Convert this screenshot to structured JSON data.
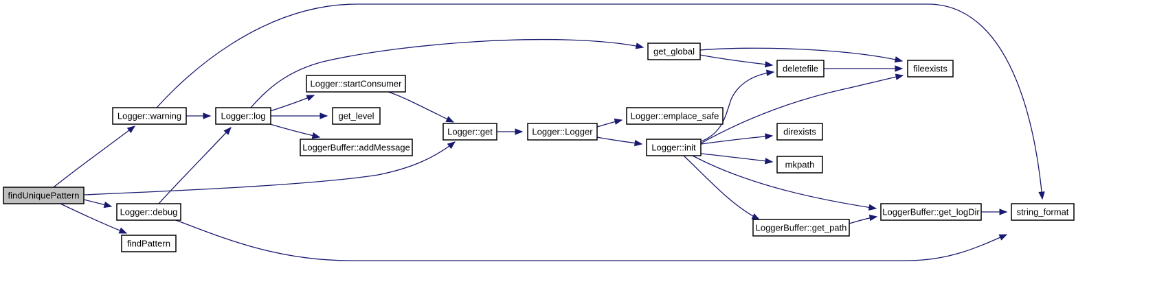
{
  "diagram": {
    "type": "call-graph",
    "colors": {
      "edge": "#191970",
      "root_fill": "#bfbfbf",
      "node_fill": "#ffffff",
      "node_border": "#000000"
    },
    "nodes": [
      {
        "id": "findUniquePattern",
        "label": "findUniquePattern",
        "root": true
      },
      {
        "id": "warning",
        "label": "Logger::warning"
      },
      {
        "id": "debug",
        "label": "Logger::debug"
      },
      {
        "id": "findPattern",
        "label": "findPattern"
      },
      {
        "id": "log",
        "label": "Logger::log"
      },
      {
        "id": "startConsumer",
        "label": "Logger::startConsumer"
      },
      {
        "id": "get_level",
        "label": "get_level"
      },
      {
        "id": "addMessage",
        "label": "LoggerBuffer::addMessage"
      },
      {
        "id": "get",
        "label": "Logger::get"
      },
      {
        "id": "Logger",
        "label": "Logger::Logger"
      },
      {
        "id": "emplace_safe",
        "label": "Logger::emplace_safe"
      },
      {
        "id": "init",
        "label": "Logger::init"
      },
      {
        "id": "get_global",
        "label": "get_global"
      },
      {
        "id": "deletefile",
        "label": "deletefile"
      },
      {
        "id": "fileexists",
        "label": "fileexists"
      },
      {
        "id": "direxists",
        "label": "direxists"
      },
      {
        "id": "mkpath",
        "label": "mkpath"
      },
      {
        "id": "get_path",
        "label": "LoggerBuffer::get_path"
      },
      {
        "id": "get_logDir",
        "label": "LoggerBuffer::get_logDir"
      },
      {
        "id": "string_format",
        "label": "string_format"
      }
    ],
    "edges": [
      {
        "from": "findUniquePattern",
        "to": "warning"
      },
      {
        "from": "findUniquePattern",
        "to": "debug"
      },
      {
        "from": "findUniquePattern",
        "to": "findPattern"
      },
      {
        "from": "findUniquePattern",
        "to": "get"
      },
      {
        "from": "warning",
        "to": "log"
      },
      {
        "from": "warning",
        "to": "string_format"
      },
      {
        "from": "debug",
        "to": "log"
      },
      {
        "from": "debug",
        "to": "string_format"
      },
      {
        "from": "log",
        "to": "startConsumer"
      },
      {
        "from": "log",
        "to": "get_level"
      },
      {
        "from": "log",
        "to": "addMessage"
      },
      {
        "from": "log",
        "to": "get_global"
      },
      {
        "from": "startConsumer",
        "to": "get"
      },
      {
        "from": "get",
        "to": "Logger"
      },
      {
        "from": "Logger",
        "to": "emplace_safe"
      },
      {
        "from": "Logger",
        "to": "init"
      },
      {
        "from": "get_global",
        "to": "deletefile"
      },
      {
        "from": "get_global",
        "to": "fileexists"
      },
      {
        "from": "deletefile",
        "to": "fileexists"
      },
      {
        "from": "init",
        "to": "deletefile"
      },
      {
        "from": "init",
        "to": "fileexists"
      },
      {
        "from": "init",
        "to": "direxists"
      },
      {
        "from": "init",
        "to": "mkpath"
      },
      {
        "from": "init",
        "to": "get_logDir"
      },
      {
        "from": "init",
        "to": "get_path"
      },
      {
        "from": "get_path",
        "to": "get_logDir"
      },
      {
        "from": "get_logDir",
        "to": "string_format"
      }
    ]
  }
}
